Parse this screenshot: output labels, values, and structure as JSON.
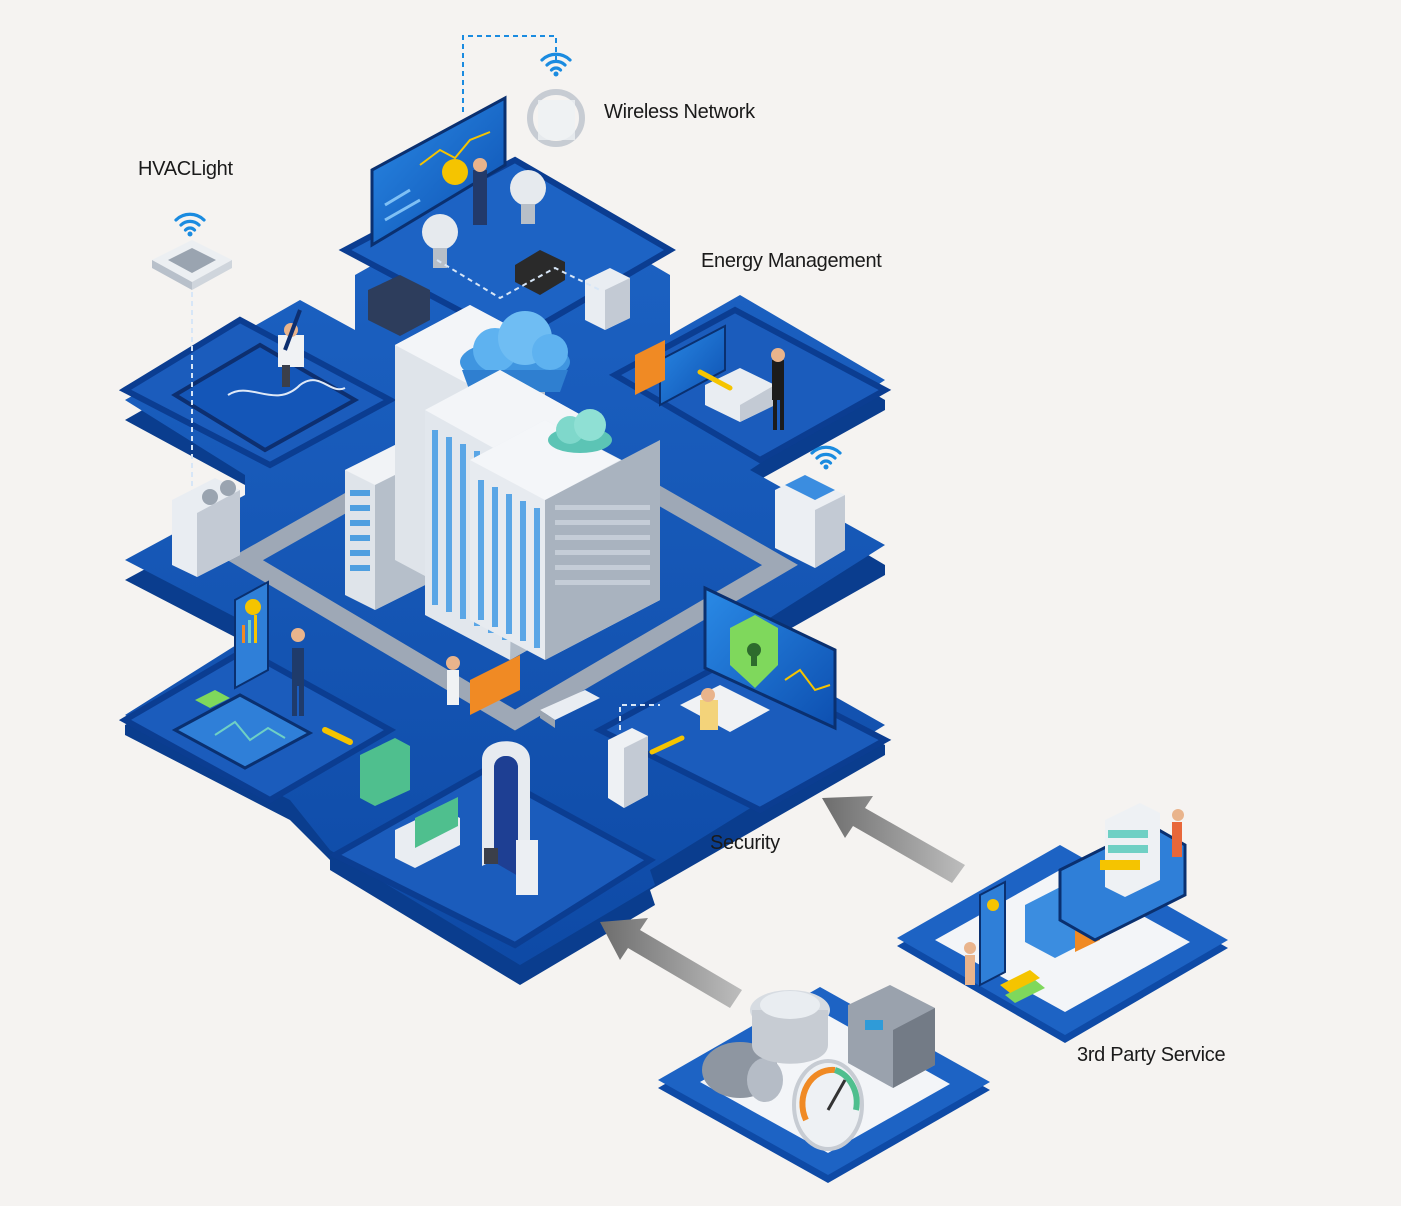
{
  "labels": {
    "wireless_network": "Wireless Network",
    "hvac_light": "HVACLight",
    "energy_management": "Energy Management",
    "security": "Security",
    "third_party_service": "3rd Party Service"
  },
  "colors": {
    "background": "#f5f3f1",
    "platform_dark": "#0b3d91",
    "platform_mid": "#1456b8",
    "platform_light": "#2f7fd8",
    "building_light": "#e7ebf0",
    "building_shadow": "#aeb7c2",
    "window_blue": "#5aa6e6",
    "cloud_blue": "#4aa3e8",
    "cloud_teal": "#6fd0c4",
    "accent_yellow": "#f5c400",
    "accent_orange": "#f08a24",
    "arrow_grey": "#8c8c8c"
  },
  "icons": [
    "wifi-icon",
    "cloud-icon",
    "shield-lock-icon",
    "light-bulb-icon",
    "cctv-camera-icon",
    "id-card-icon",
    "gauge-icon",
    "arrow-icon"
  ]
}
